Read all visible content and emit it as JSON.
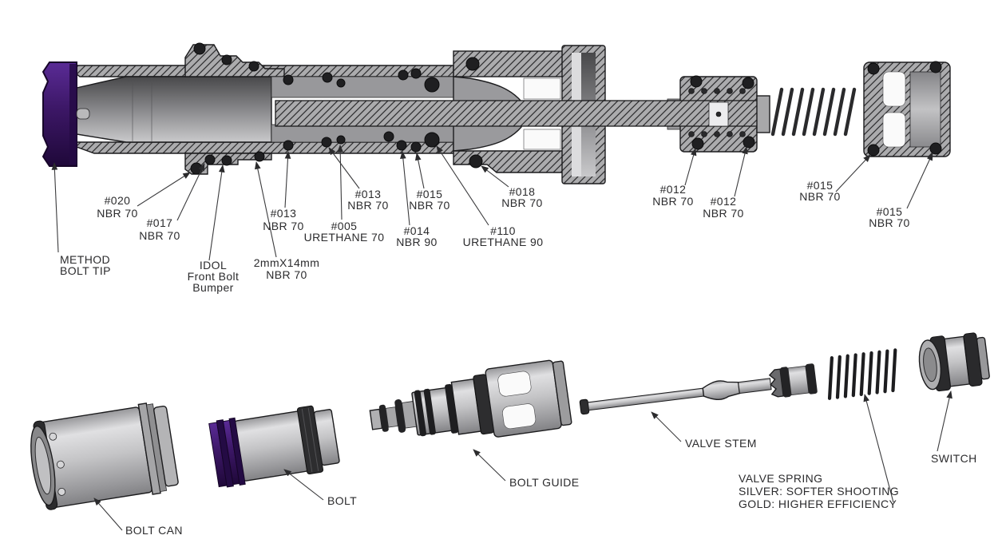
{
  "colors": {
    "part_gray": "#9a9a9d",
    "hatch_gray": "#aaaaac",
    "outline": "#1c1c1e",
    "oring_black": "#1f1f21",
    "accent_purple": "#3c1766",
    "label_text": "#2b2b2d"
  },
  "callouts": {
    "c020": {
      "l1": "#020",
      "l2": "NBR 70"
    },
    "c017": {
      "l1": "#017",
      "l2": "NBR 70"
    },
    "method": {
      "l1": "METHOD",
      "l2": "BOLT TIP"
    },
    "idol": {
      "l1": "IDOL",
      "l2": "Front Bolt",
      "l3": "Bumper"
    },
    "c013a": {
      "l1": "#013",
      "l2": "NBR 70"
    },
    "c2x14": {
      "l1": "2mmX14mm",
      "l2": "NBR 70"
    },
    "c013b": {
      "l1": "#013",
      "l2": "NBR 70"
    },
    "c005": {
      "l1": "#005",
      "l2": "URETHANE 70"
    },
    "c015a": {
      "l1": "#015",
      "l2": "NBR 70"
    },
    "c014": {
      "l1": "#014",
      "l2": "NBR 90"
    },
    "c110": {
      "l1": "#110",
      "l2": "URETHANE 90"
    },
    "c018": {
      "l1": "#018",
      "l2": "NBR 70"
    },
    "c012a": {
      "l1": "#012",
      "l2": "NBR 70"
    },
    "c012b": {
      "l1": "#012",
      "l2": "NBR 70"
    },
    "c015b": {
      "l1": "#015",
      "l2": "NBR 70"
    },
    "c015c": {
      "l1": "#015",
      "l2": "NBR 70"
    },
    "bolt_can": {
      "l1": "BOLT CAN"
    },
    "bolt": {
      "l1": "BOLT"
    },
    "bolt_guide": {
      "l1": "BOLT GUIDE"
    },
    "valve_stem": {
      "l1": "VALVE STEM"
    },
    "valve_spring": {
      "l1": "VALVE SPRING",
      "l2": "SILVER: SOFTER SHOOTING",
      "l3": "GOLD: HIGHER EFFICIENCY"
    },
    "switch": {
      "l1": "SWITCH"
    }
  }
}
